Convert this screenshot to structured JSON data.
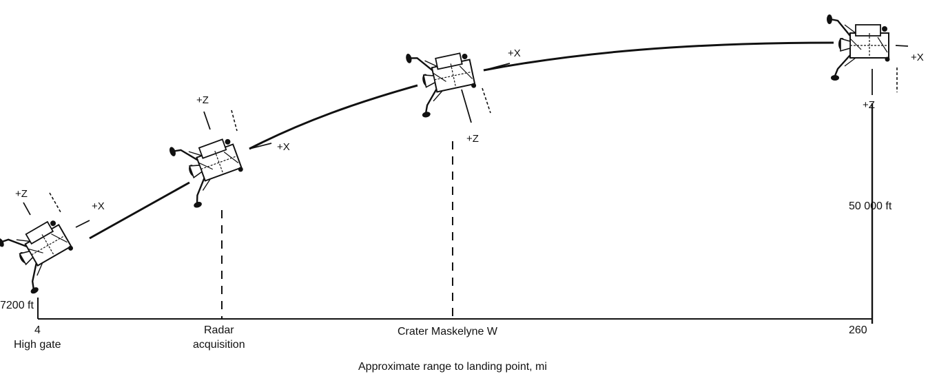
{
  "altitudes": {
    "low": "7200 ft",
    "high": "50 000 ft"
  },
  "range_ticks": {
    "start": "4",
    "end": "260"
  },
  "events": {
    "high_gate": "High gate",
    "radar_line1": "Radar",
    "radar_line2": "acquisition",
    "crater": "Crater Maskelyne W"
  },
  "axes": {
    "plus_x": "+X",
    "plus_z": "+Z"
  },
  "xlabel": "Approximate range to landing point, mi",
  "colors": {
    "ink": "#111111",
    "background": "#ffffff"
  }
}
